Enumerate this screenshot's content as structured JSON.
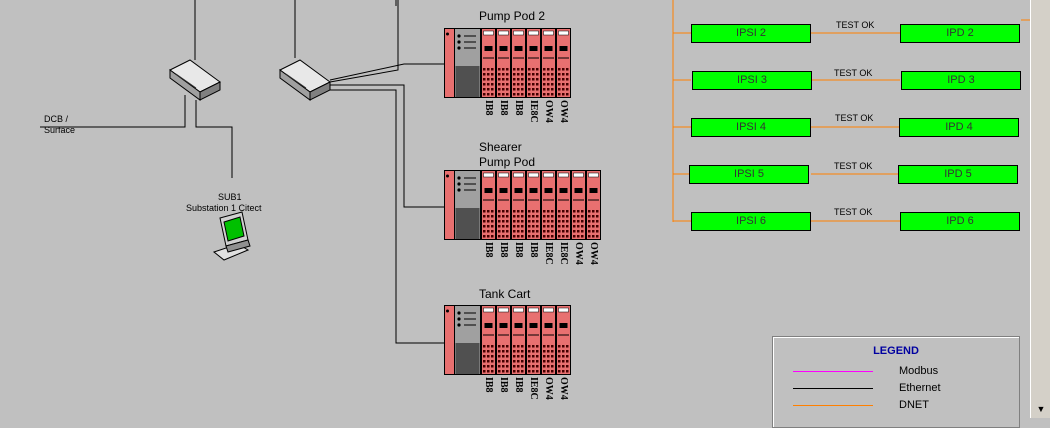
{
  "nodes": {
    "dcb_label_1": "DCB /",
    "dcb_label_2": "Surface",
    "sub1_label": "SUB1",
    "sub1_desc": "Substation 1 Citect"
  },
  "racks": [
    {
      "title": "Pump Pod 2",
      "modules": [
        "IB8",
        "IB8",
        "IB8",
        "IE8C",
        "OW4",
        "OW4"
      ]
    },
    {
      "title_line1": "Shearer",
      "title_line2": "Pump Pod",
      "modules": [
        "IB8",
        "IB8",
        "IB8",
        "IB8",
        "IE8C",
        "IE8C",
        "OW4",
        "OW4"
      ]
    },
    {
      "title": "Tank Cart",
      "modules": [
        "IB8",
        "IB8",
        "IB8",
        "IE8C",
        "OW4",
        "OW4"
      ]
    }
  ],
  "ipsi_pairs": [
    {
      "ipsi": "IPSI 2",
      "ipd": "IPD 2",
      "status": "TEST OK"
    },
    {
      "ipsi": "IPSI 3",
      "ipd": "IPD 3",
      "status": "TEST OK"
    },
    {
      "ipsi": "IPSI 4",
      "ipd": "IPD 4",
      "status": "TEST OK"
    },
    {
      "ipsi": "IPSI 5",
      "ipd": "IPD 5",
      "status": "TEST OK"
    },
    {
      "ipsi": "IPSI 6",
      "ipd": "IPD 6",
      "status": "TEST OK"
    }
  ],
  "legend": {
    "title": "LEGEND",
    "items": [
      {
        "label": "Modbus",
        "color": "#ff00ff"
      },
      {
        "label": "Ethernet",
        "color": "#000000"
      },
      {
        "label": "DNET",
        "color": "#ff8000"
      }
    ]
  },
  "colors": {
    "background": "#c0c0c0",
    "ipsi_box": "#00ff00",
    "dnet": "#ff8000",
    "module_red": "#e87070"
  }
}
